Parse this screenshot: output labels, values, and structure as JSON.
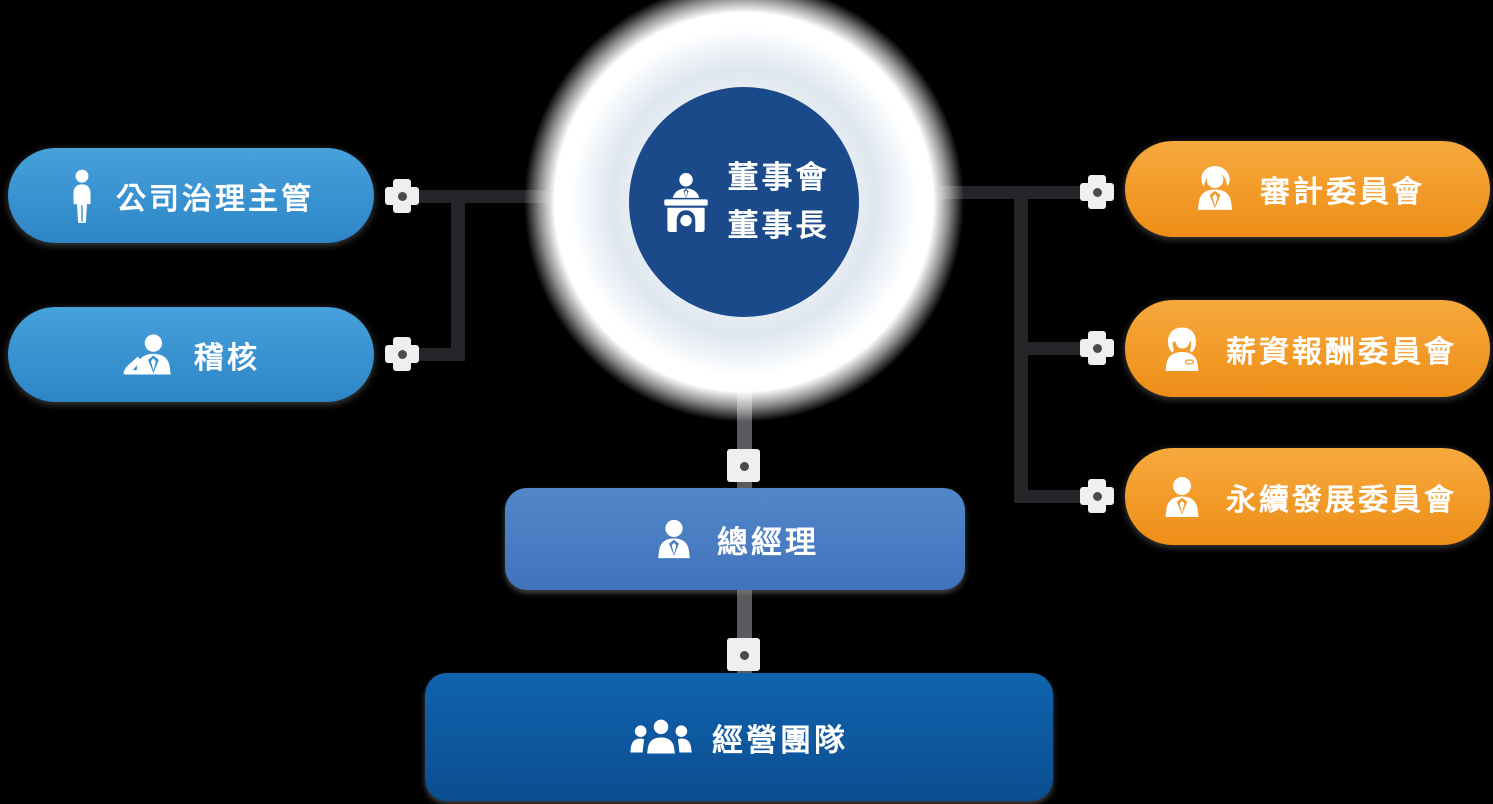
{
  "palette": {
    "bg": "#000000",
    "pill-blue-top": "#47a1db",
    "pill-blue-bottom": "#2d85c6",
    "pill-orange-top": "#f7a93e",
    "pill-orange-bottom": "#ee8e17",
    "circle-blue": "#1b4a8b",
    "gm-top": "#5287ca",
    "gm-bottom": "#4173bb",
    "team-top": "#1063ae",
    "team-bottom": "#0c4e91",
    "line-dark": "#232528",
    "line-gray": "#595a5d",
    "node-bg": "#efefef",
    "node-dot": "#4a4a4a",
    "text": "#ffffff"
  },
  "chairman": {
    "line1": "董事會",
    "line2": "董事長",
    "icon": "chairman-podium-icon"
  },
  "left_nodes": [
    {
      "label": "公司治理主管",
      "icon": "standing-person-icon"
    },
    {
      "label": "稽核",
      "icon": "auditor-laptop-icon"
    }
  ],
  "right_nodes": [
    {
      "label": "審計委員會",
      "icon": "businessman-hair-icon"
    },
    {
      "label": "薪資報酬委員會",
      "icon": "businesswoman-icon"
    },
    {
      "label": "永續發展委員會",
      "icon": "businessman-icon"
    }
  ],
  "general_manager": {
    "label": "總經理",
    "icon": "manager-icon"
  },
  "management_team": {
    "label": "經營團隊",
    "icon": "team-icon"
  }
}
